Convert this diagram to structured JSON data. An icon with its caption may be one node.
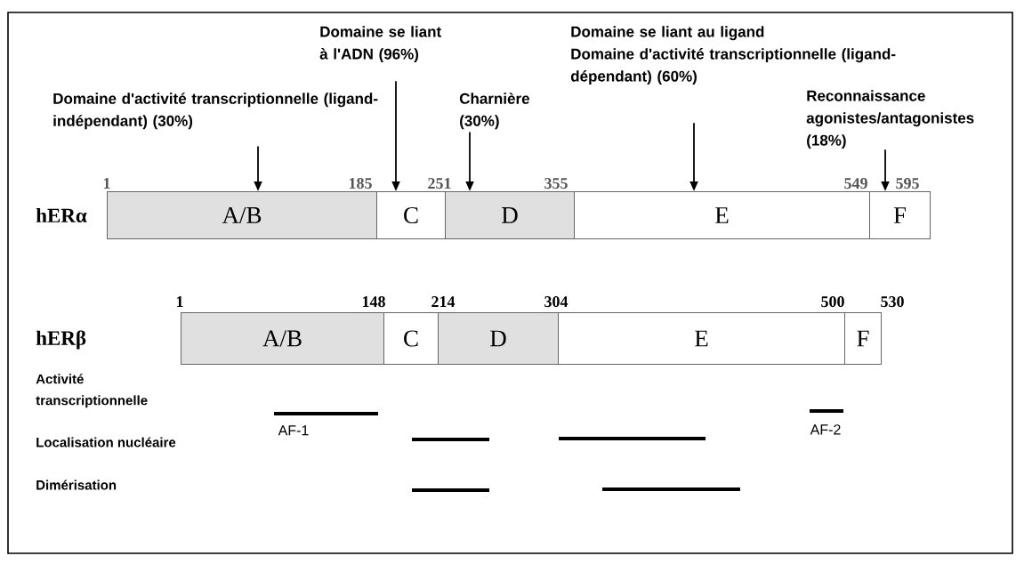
{
  "diagram": {
    "nodes": [
      {
        "text": [
          "Domaine d'activité transcriptionnelle (ligand-indépendant) (30%)"
        ]
      },
      {
        "text": [
          "Domaine se liant à l'ADN (96%)"
        ]
      },
      {
        "text": [
          "Charnière (30%)"
        ]
      },
      {
        "text": [
          "Domaine se liant au ligand",
          "Domaine d'activité transcriptionnelle (ligand-dépendant) (60%)"
        ]
      },
      {
        "text": [
          "Reconnaissance agonistes/antagonistes (18%)"
        ]
      },
      {
        "text": [
          "A/B"
        ]
      },
      {
        "text": [
          "C"
        ]
      },
      {
        "text": [
          "D"
        ]
      },
      {
        "text": [
          "E"
        ]
      },
      {
        "text": [
          "F"
        ]
      },
      {
        "text": [
          "A/B"
        ]
      },
      {
        "text": [
          "C"
        ]
      },
      {
        "text": [
          "D"
        ]
      },
      {
        "text": [
          "E"
        ]
      },
      {
        "text": [
          "F"
        ]
      }
    ],
    "edges": [
      {
        "from": 0,
        "to": 5,
        "arrow": "to"
      },
      {
        "from": 1,
        "to": 6,
        "arrow": "to"
      },
      {
        "from": 2,
        "to": 7,
        "arrow": "to"
      },
      {
        "from": 3,
        "to": 8,
        "arrow": "to"
      },
      {
        "from": 4,
        "to": 9,
        "arrow": "to"
      }
    ],
    "labels": [
      "1",
      "185",
      "251",
      "355",
      "549",
      "595",
      "hERα",
      "1",
      "148",
      "214",
      "304",
      "500",
      "530",
      "hERβ",
      "Activité transcriptionnelle",
      "AF-1",
      "AF-2",
      "Localisation nucléaire",
      "Dimérisation"
    ]
  }
}
